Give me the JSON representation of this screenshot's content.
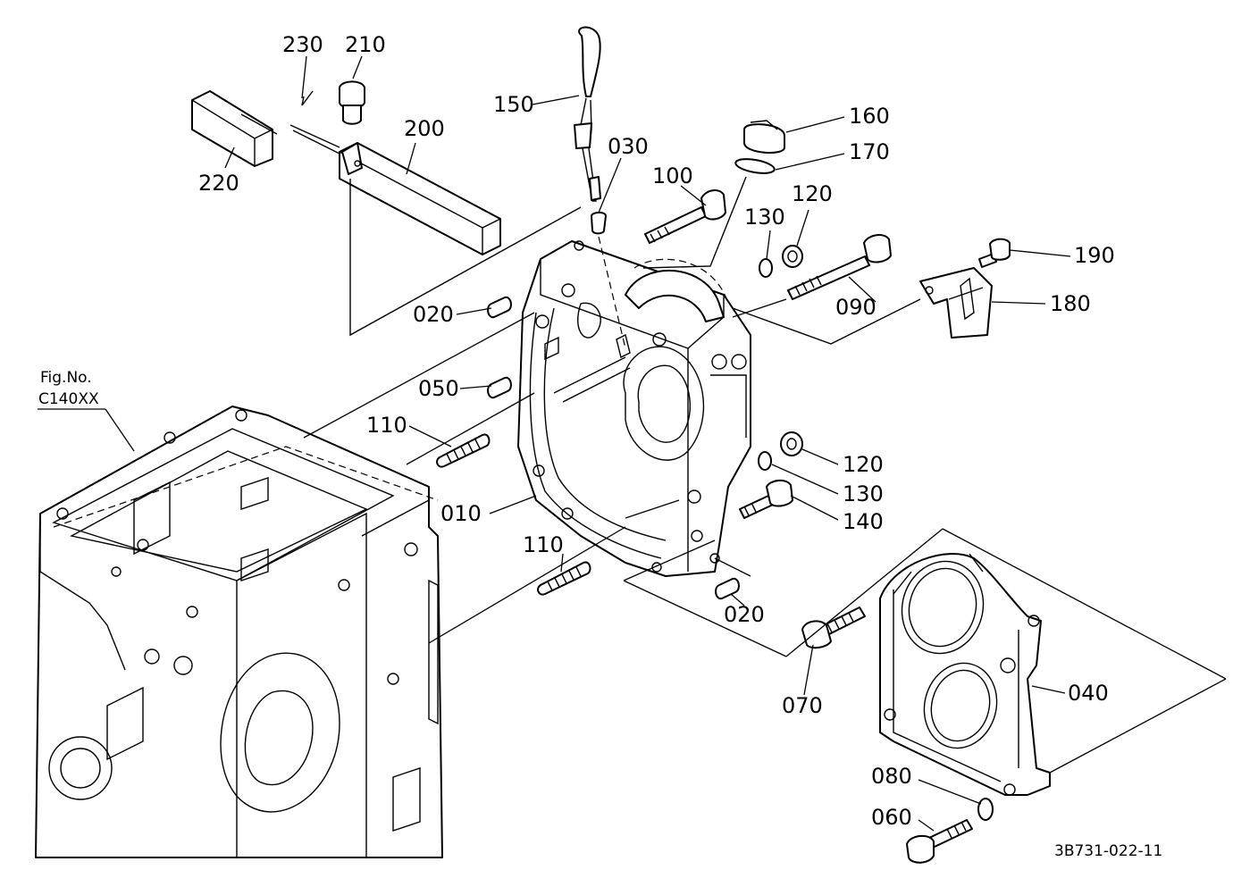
{
  "figure": {
    "ref_title": "Fig.No.",
    "ref_code": "C140XX",
    "drawing_number": "3B731-022-11"
  },
  "part_labels": {
    "p010": "010",
    "p020_top": "020",
    "p020_bottom": "020",
    "p030": "030",
    "p040": "040",
    "p050": "050",
    "p060": "060",
    "p070": "070",
    "p080": "080",
    "p090": "090",
    "p100": "100",
    "p110_top": "110",
    "p110_bottom": "110",
    "p120_top": "120",
    "p120_bottom": "120",
    "p130_top": "130",
    "p130_bottom": "130",
    "p140": "140",
    "p150": "150",
    "p160": "160",
    "p170": "170",
    "p180": "180",
    "p190": "190",
    "p200": "200",
    "p210": "210",
    "p220": "220",
    "p230": "230"
  }
}
